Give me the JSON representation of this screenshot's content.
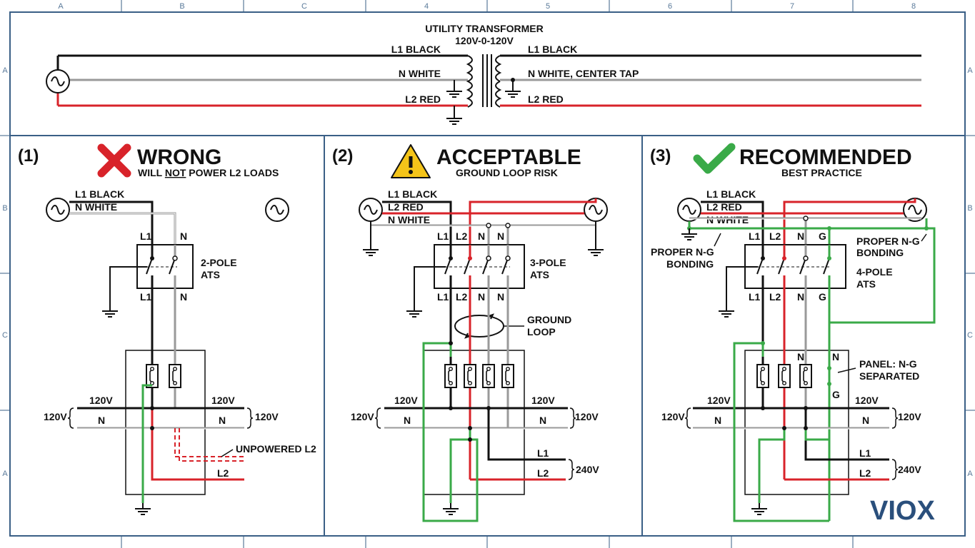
{
  "colors": {
    "frame": "#3a5f86",
    "black": "#111111",
    "red": "#d8232a",
    "green": "#3aaa48",
    "white_wire": "#9a9a9a",
    "warn": "#f4c419",
    "ok": "#3aaa48",
    "bad": "#d8232a",
    "logo": "#2a4f7c"
  },
  "ruler": {
    "columns": [
      "A",
      "B",
      "C",
      "4",
      "5",
      "6",
      "7",
      "8"
    ],
    "rows": [
      "A",
      "B",
      "C",
      "A"
    ]
  },
  "transformer": {
    "title": "UTILITY TRANSFORMER",
    "rating": "120V-0-120V",
    "left_l1": "L1 BLACK",
    "left_n": "N WHITE",
    "left_l2": "L2 RED",
    "right_l1": "L1 BLACK",
    "right_n": "N WHITE, CENTER TAP",
    "right_l2": "L2 RED"
  },
  "panel1": {
    "number": "(1)",
    "heading": "WRONG",
    "sub_pre": "WILL ",
    "sub_not": "NOT",
    "sub_post": " POWER L2 LOADS",
    "l1_black": "L1 BLACK",
    "n_white": "N WHITE",
    "pole_l1_top": "L1",
    "pole_n_top": "N",
    "pole_l1_bot": "L1",
    "pole_n_bot": "N",
    "ats_line1": "2-POLE",
    "ats_line2": "ATS",
    "v_left_top": "120V",
    "v_right_top": "120V",
    "v_left": "120V",
    "v_right": "120V",
    "n_left": "N",
    "n_right": "N",
    "unpowered": "UNPOWERED L2",
    "l2": "L2",
    "icon": "red-x-icon"
  },
  "panel2": {
    "number": "(2)",
    "heading": "ACCEPTABLE",
    "sub": "GROUND LOOP RISK",
    "l1_black": "L1 BLACK",
    "l2_red": "L2 RED",
    "n_white": "N WHITE",
    "poles_top": [
      "L1",
      "L2",
      "N",
      "N"
    ],
    "poles_bot": [
      "L1",
      "L2",
      "N",
      "N"
    ],
    "ats_line1": "3-POLE",
    "ats_line2": "ATS",
    "loop_line1": "GROUND",
    "loop_line2": "LOOP",
    "v_left_top": "120V",
    "v_right_top": "120V",
    "v_left": "120V",
    "v_right": "120V",
    "n_left": "N",
    "n_right": "N",
    "l1": "L1",
    "l2": "L2",
    "v240": "240V",
    "icon": "warning-icon"
  },
  "panel3": {
    "number": "(3)",
    "heading": "RECOMMENDED",
    "sub": "BEST PRACTICE",
    "l1_black": "L1 BLACK",
    "l2_red": "L2 RED",
    "n_white": "N WHITE",
    "poles_top": [
      "L1",
      "L2",
      "N",
      "G"
    ],
    "poles_bot": [
      "L1",
      "L2",
      "N",
      "G"
    ],
    "ats_line1": "4-POLE",
    "ats_line2": "ATS",
    "ng_left_1": "PROPER N-G",
    "ng_left_2": "BONDING",
    "ng_right_1": "PROPER N-G",
    "ng_right_2": "BONDING",
    "panel_1": "PANEL: N-G",
    "panel_2": "SEPARATED",
    "n_mark1": "N",
    "n_mark2": "N",
    "g_mark": "G",
    "v_left_top": "120V",
    "v_right_top": "120V",
    "v_left": "120V",
    "v_right": "120V",
    "n_left": "N",
    "n_right": "N",
    "l1": "L1",
    "l2": "L2",
    "v240": "240V",
    "icon": "green-check-icon"
  },
  "logo": {
    "text": "VIOX"
  }
}
